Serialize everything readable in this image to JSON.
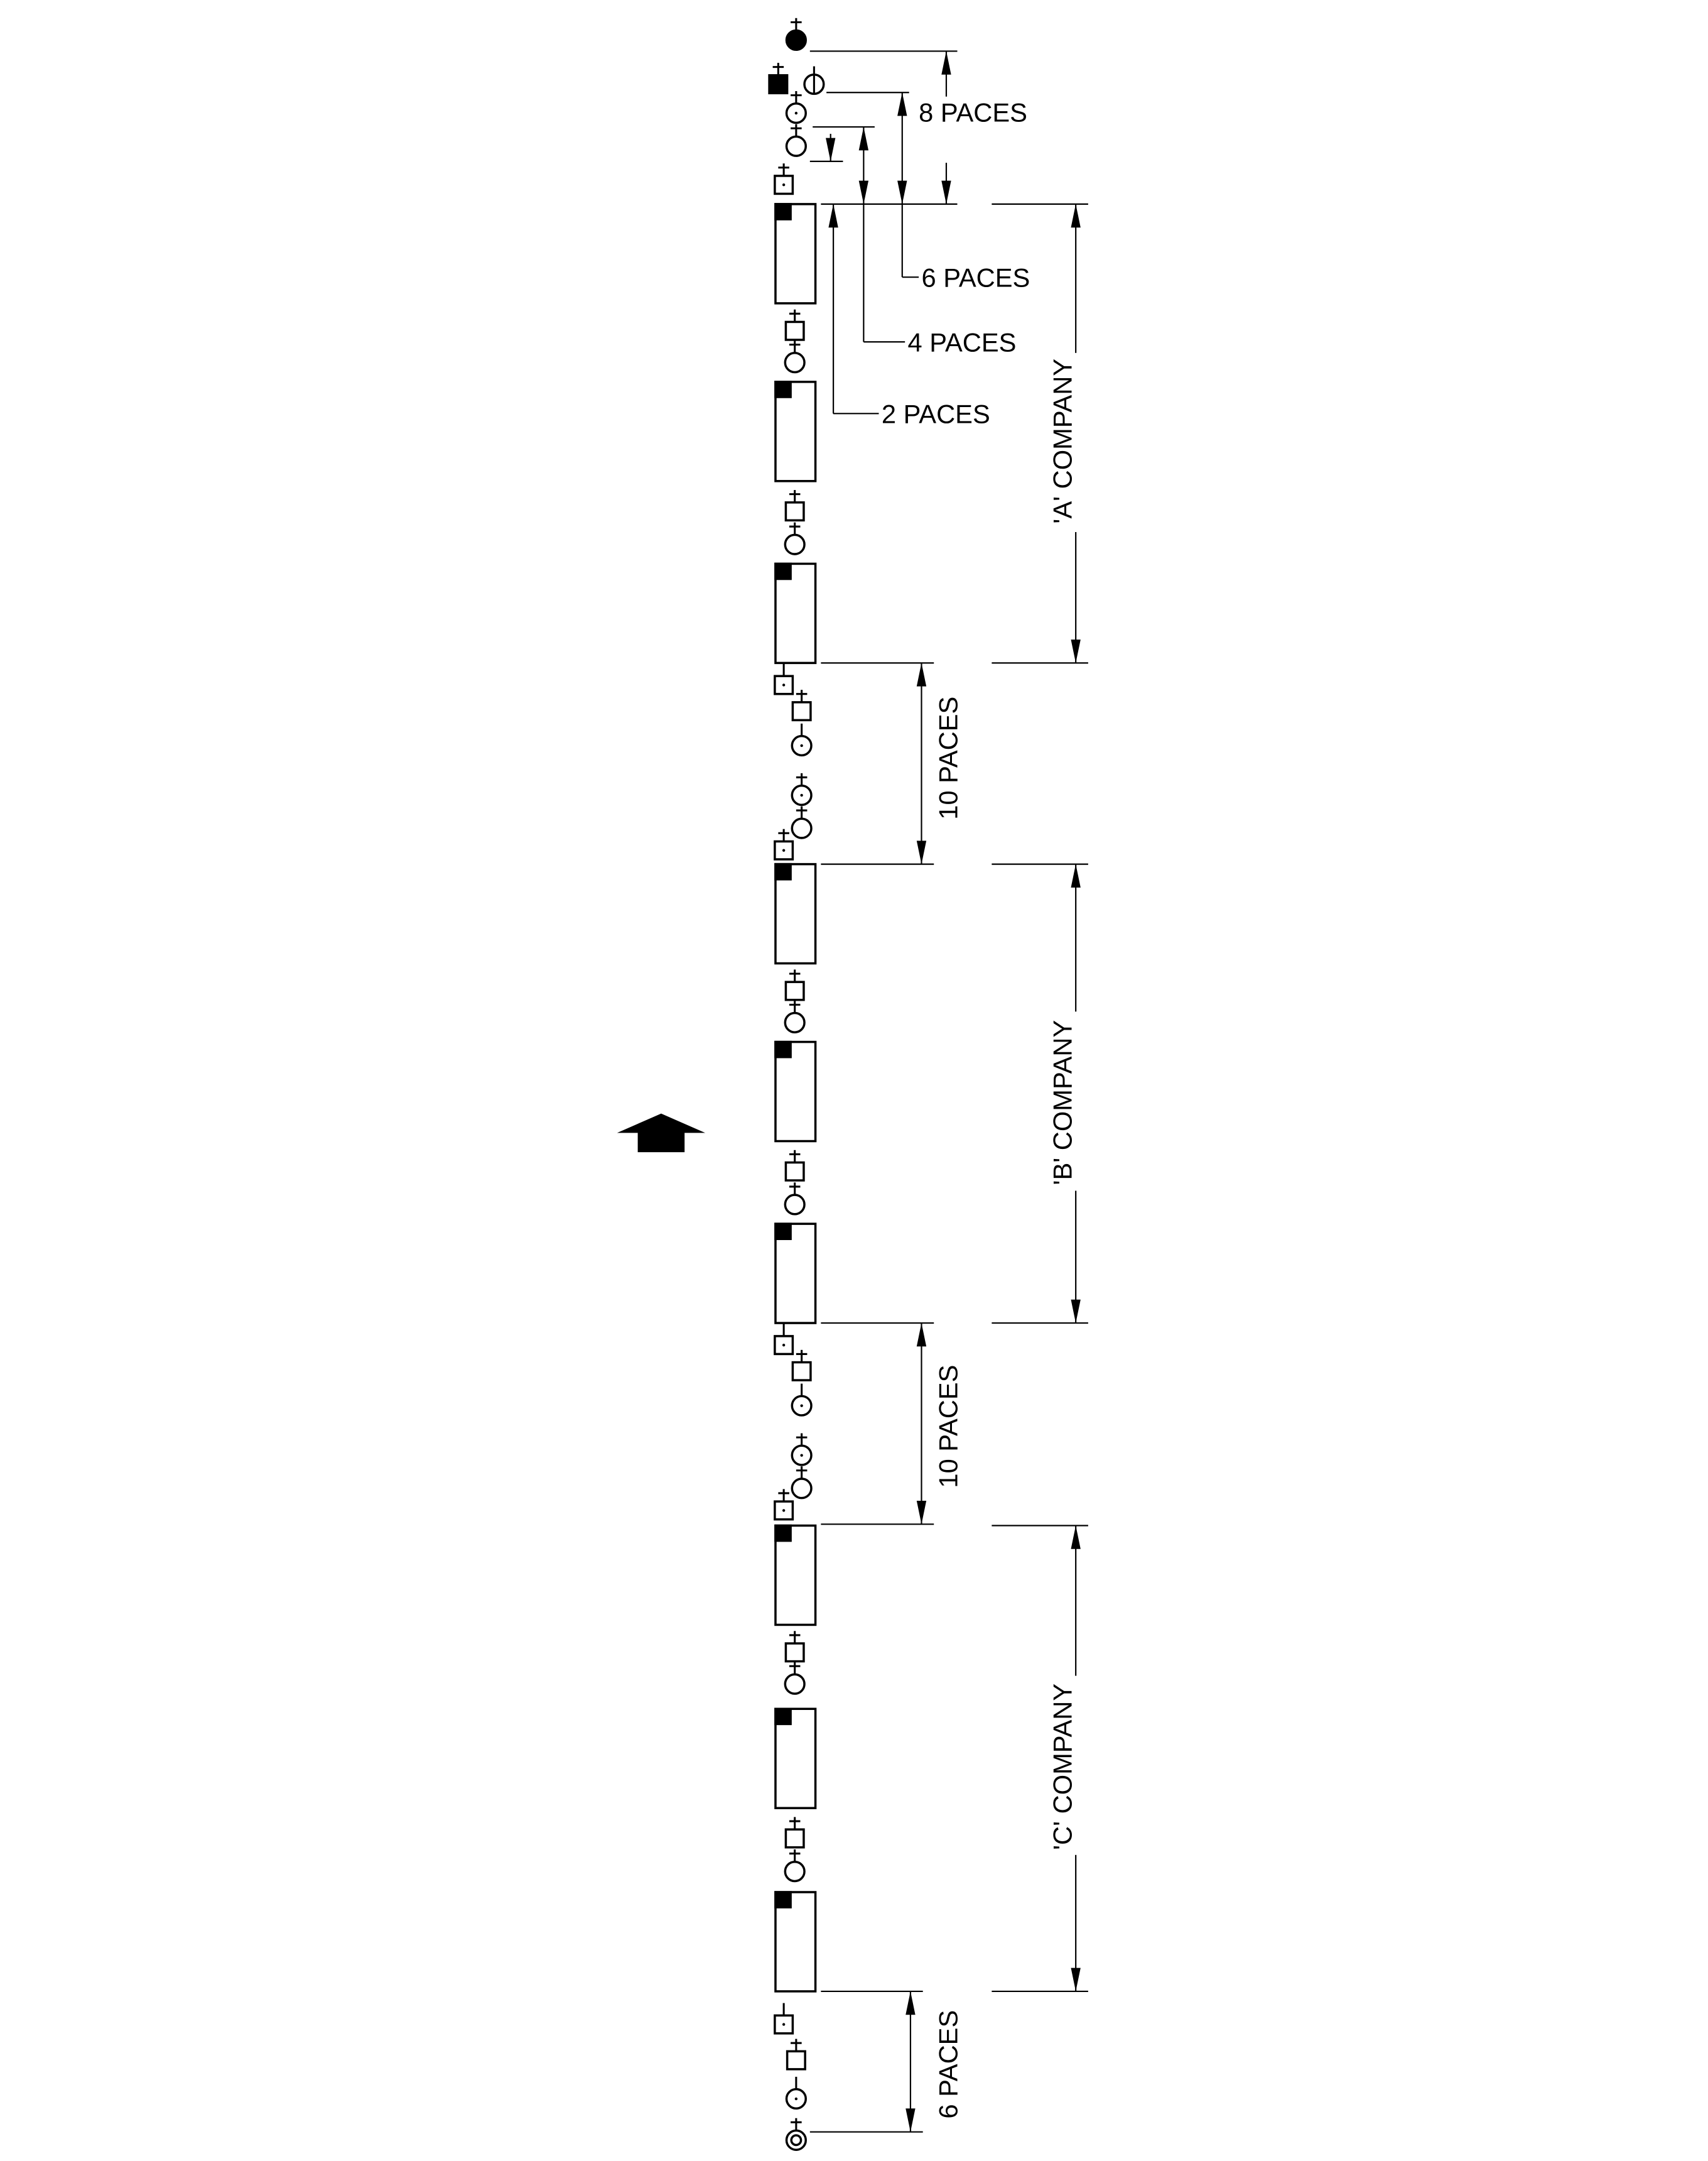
{
  "labels": {
    "paces_8": "8 PACES",
    "paces_6_top": "6 PACES",
    "paces_4": "4 PACES",
    "paces_2": "2 PACES",
    "paces_10_first": "10 PACES",
    "paces_10_second": "10 PACES",
    "paces_6_bottom": "6 PACES",
    "company_a": "'A' COMPANY",
    "company_b": "'B' COMPANY",
    "company_c": "'C' COMPANY"
  },
  "colors": {
    "ink": "#000000",
    "paper": "#ffffff"
  },
  "icons": {
    "direction": "arrow-up-icon"
  }
}
